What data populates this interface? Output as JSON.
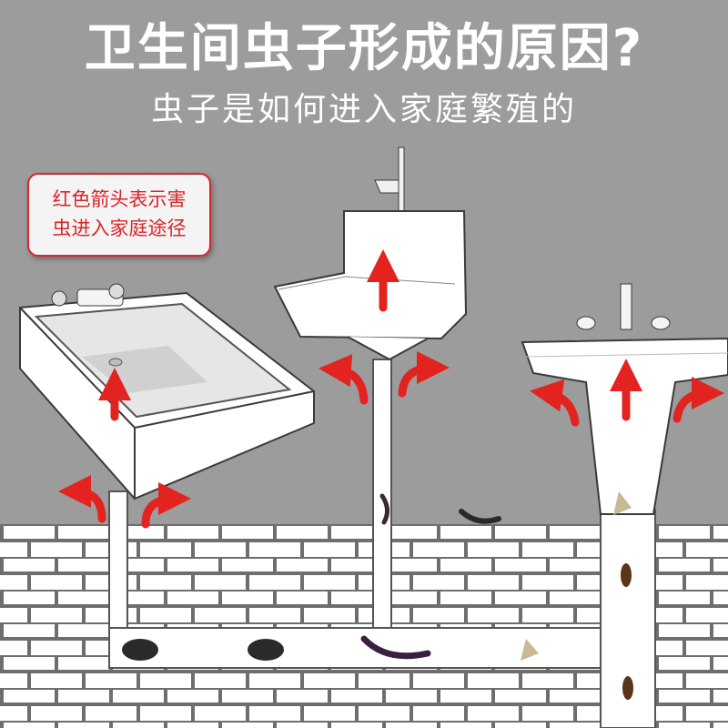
{
  "title": "卫生间虫子形成的原因?",
  "subtitle": "虫子是如何进入家庭繁殖的",
  "legend": {
    "line1": "红色箭头表示害",
    "line2": "虫进入家庭途径"
  },
  "colors": {
    "background": "#9c9c9c",
    "arrow": "#e3231f",
    "wall": "#ffffff",
    "mortar": "#6e6e6e",
    "fixture": "#ffffff",
    "outline": "#3a3a3a"
  }
}
